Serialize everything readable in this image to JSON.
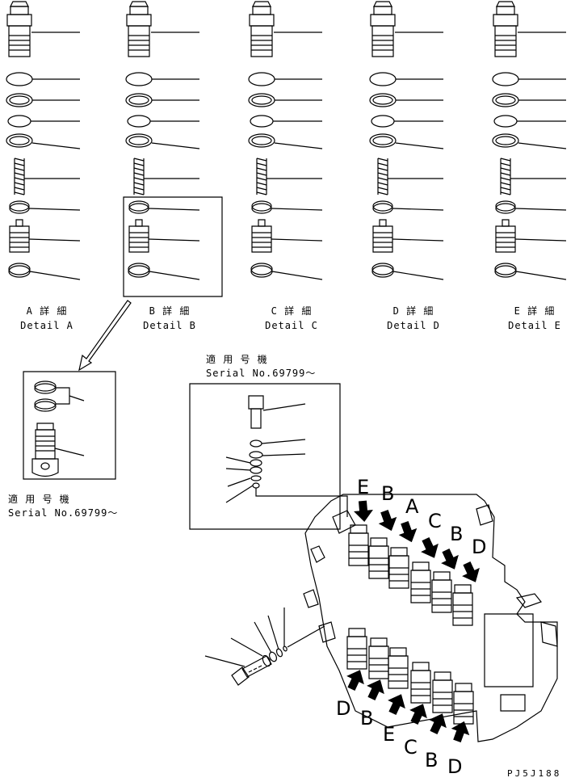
{
  "details": [
    {
      "jp": "A 詳 細",
      "en": "Detail A"
    },
    {
      "jp": "B 詳 細",
      "en": "Detail B"
    },
    {
      "jp": "C 詳 細",
      "en": "Detail C"
    },
    {
      "jp": "D 詳 細",
      "en": "Detail D"
    },
    {
      "jp": "E 詳 細",
      "en": "Detail E"
    }
  ],
  "serial_note_left": {
    "jp": "適 用 号 機",
    "en": "Serial No.69799～"
  },
  "serial_note_center": {
    "jp": "適 用 号 機",
    "en": "Serial No.69799～"
  },
  "arrow_letters_top": [
    "E",
    "B",
    "A",
    "C",
    "B",
    "D"
  ],
  "arrow_letters_bottom": [
    "D",
    "B",
    "E",
    "C",
    "B",
    "D"
  ],
  "drawing_code": "PJ5J188"
}
